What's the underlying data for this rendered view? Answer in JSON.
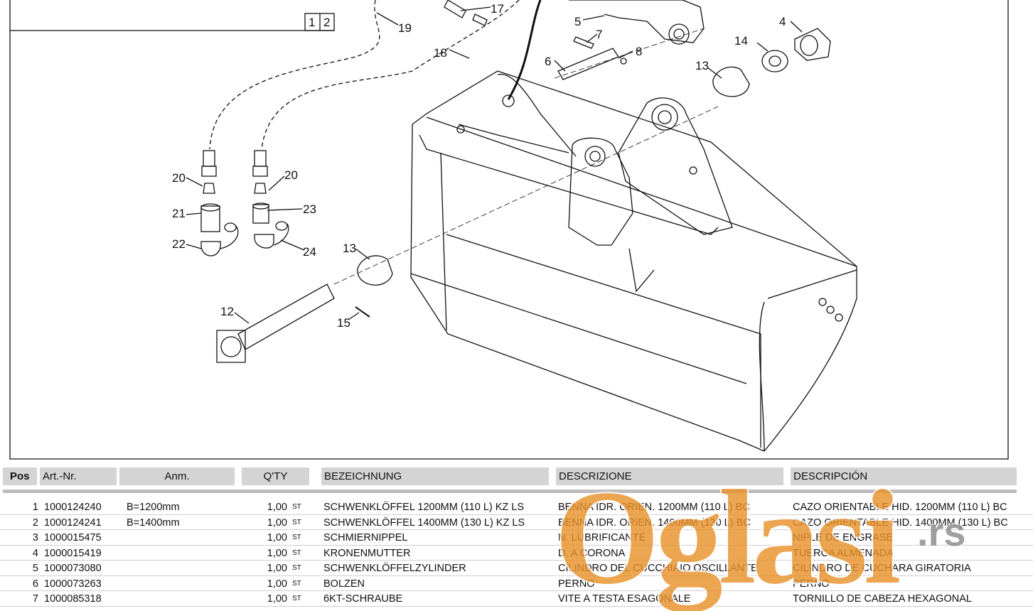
{
  "diagram": {
    "box_numbers": [
      "1",
      "2"
    ],
    "callouts": [
      {
        "label": "17"
      },
      {
        "label": "19"
      },
      {
        "label": "5"
      },
      {
        "label": "7"
      },
      {
        "label": "4"
      },
      {
        "label": "18"
      },
      {
        "label": "6"
      },
      {
        "label": "8"
      },
      {
        "label": "14"
      },
      {
        "label": "13"
      },
      {
        "label": "20"
      },
      {
        "label": "20"
      },
      {
        "label": "21"
      },
      {
        "label": "23"
      },
      {
        "label": "22"
      },
      {
        "label": "24"
      },
      {
        "label": "13"
      },
      {
        "label": "12"
      },
      {
        "label": "15"
      }
    ]
  },
  "table": {
    "headers": [
      "Pos",
      "Art.-Nr.",
      "Anm.",
      "Q'TY",
      "BEZEICHNUNG",
      "DESCRIZIONE",
      "DESCRIPCIÓN"
    ],
    "rows": [
      {
        "pos": "1",
        "art": "1000124240",
        "anm": "B=1200mm",
        "qty": "1,00",
        "unit": "ST",
        "de": "SCHWENKLÖFFEL 1200MM (110 L) KZ LS",
        "it": "BENNA IDR. ORIEN. 1200MM (110 L) BC",
        "es": "CAZO ORIENTABLE HID. 1200MM (110 L) BC"
      },
      {
        "pos": "2",
        "art": "1000124241",
        "anm": "B=1400mm",
        "qty": "1,00",
        "unit": "ST",
        "de": "SCHWENKLÖFFEL 1400MM (130 L) KZ LS",
        "it": "BENNA IDR. ORIEN. 1400MM (130 L) BC",
        "es": "CAZO ORIENTABLE HID. 1400MM (130 L) BC"
      },
      {
        "pos": "3",
        "art": "1000015475",
        "anm": "",
        "qty": "1,00",
        "unit": "ST",
        "de": "SCHMIERNIPPEL",
        "it": "N. LUBRIFICANTE",
        "es": "NIPLE DE ENGRASE"
      },
      {
        "pos": "4",
        "art": "1000015419",
        "anm": "",
        "qty": "1,00",
        "unit": "ST",
        "de": "KRONENMUTTER",
        "it": "D. A CORONA",
        "es": "TUERCA ALMENADA"
      },
      {
        "pos": "5",
        "art": "1000073080",
        "anm": "",
        "qty": "1,00",
        "unit": "ST",
        "de": "SCHWENKLÖFFELZYLINDER",
        "it": "CILINDRO DEL CUCCHIAIO OSCILLANTE",
        "es": "CILINDRO DE CUCHARA GIRATORIA"
      },
      {
        "pos": "6",
        "art": "1000073263",
        "anm": "",
        "qty": "1,00",
        "unit": "ST",
        "de": "BOLZEN",
        "it": "PERNO",
        "es": "PERNO"
      },
      {
        "pos": "7",
        "art": "1000085318",
        "anm": "",
        "qty": "1,00",
        "unit": "ST",
        "de": "6KT-SCHRAUBE",
        "it": "VITE A TESTA ESAGONALE",
        "es": "TORNILLO DE CABEZA HEXAGONAL"
      }
    ]
  },
  "watermark": {
    "text": "Oglasi",
    "suffix": ".rs",
    "color": "#e8922a"
  }
}
